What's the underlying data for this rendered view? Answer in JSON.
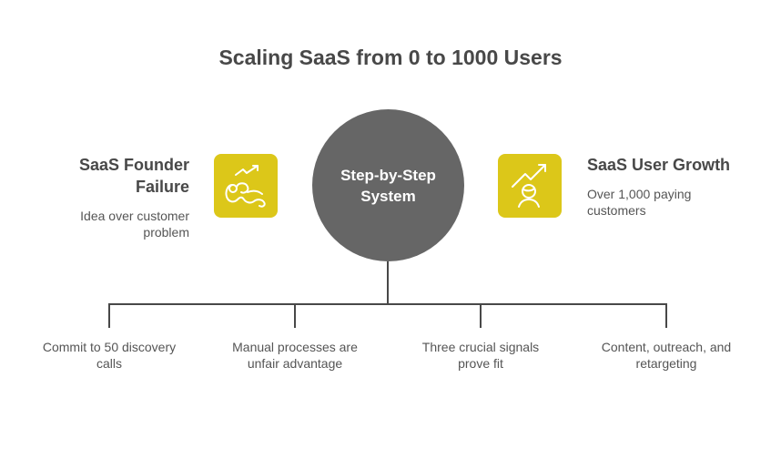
{
  "title": "Scaling SaaS from 0 to 1000 Users",
  "center": {
    "line1": "Step-by-Step",
    "line2": "System"
  },
  "left": {
    "title_line1": "SaaS Founder",
    "title_line2": "Failure",
    "desc_line1": "Idea over customer",
    "desc_line2": "problem",
    "icon": "struggling-person-trend-icon"
  },
  "right": {
    "title": "SaaS User Growth",
    "desc_line1": "Over 1,000 paying",
    "desc_line2": "customers",
    "icon": "person-growth-trend-icon"
  },
  "steps": [
    {
      "line1": "Commit to 50 discovery",
      "line2": "calls"
    },
    {
      "line1": "Manual processes are",
      "line2": "unfair advantage"
    },
    {
      "line1": "Three crucial signals",
      "line2": "prove fit"
    },
    {
      "line1": "Content, outreach, and",
      "line2": "retargeting"
    }
  ],
  "colors": {
    "accent": "#dcc719",
    "circle": "#666666",
    "line": "#484848"
  }
}
